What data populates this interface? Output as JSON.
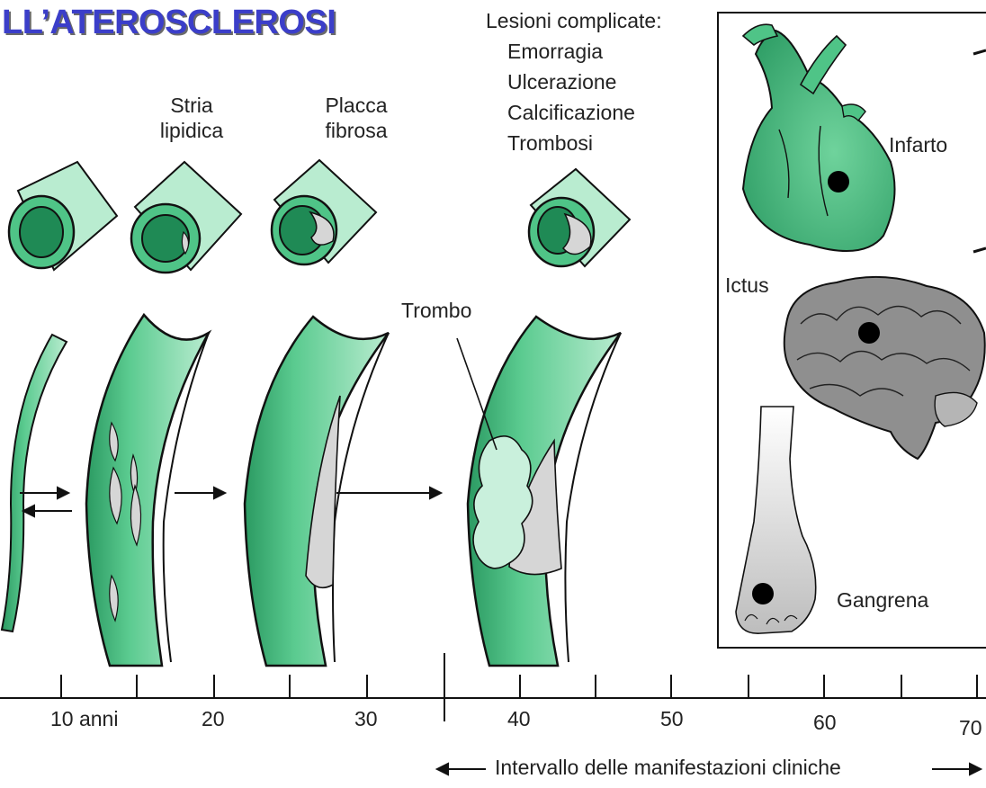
{
  "title": "LL’ATEROSCLEROSI",
  "stages": {
    "stria": [
      "Stria",
      "lipidica"
    ],
    "placca": [
      "Placca",
      "fibrosa"
    ]
  },
  "complicated": {
    "heading": "Lesioni complicate:",
    "items": [
      "Emorragia",
      "Ulcerazione",
      "Calcificazione",
      "Trombosi"
    ]
  },
  "trombo": "Trombo",
  "outcomes": {
    "heart": "Infarto",
    "brain": "Ictus",
    "foot": "Gangrena"
  },
  "timeline": {
    "ticks": [
      "10 anni",
      "20",
      "30",
      "40",
      "50",
      "60",
      "70"
    ],
    "range_label": "Intervallo delle manifestazioni cliniche"
  },
  "colors": {
    "title": "#3b3ec9",
    "vessel_light": "#a9e3c2",
    "vessel_mid": "#4fc487",
    "vessel_dark": "#1f8a55",
    "plaque": "#d6d6d6",
    "brain": "#8f8f8f"
  }
}
